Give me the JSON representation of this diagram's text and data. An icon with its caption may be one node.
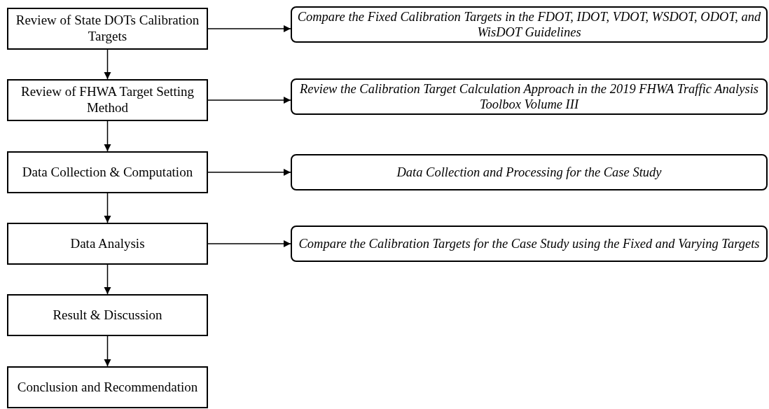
{
  "diagram": {
    "nodes": [
      {
        "text": [
          "Review of State DOTs Calibration Targets"
        ]
      },
      {
        "text": [
          "Review of FHWA Target Setting Method"
        ]
      },
      {
        "text": [
          "Data Collection & Computation"
        ]
      },
      {
        "text": [
          "Data Analysis"
        ]
      },
      {
        "text": [
          "Result & Discussion"
        ]
      },
      {
        "text": [
          "Conclusion and Recommendation"
        ]
      },
      {
        "text": [
          "Compare the Fixed Calibration Targets in the FDOT, IDOT, VDOT, WSDOT, ODOT, and WisDOT Guidelines"
        ]
      },
      {
        "text": [
          "Review the Calibration Target Calculation Approach in the 2019 FHWA Traffic Analysis Toolbox Volume III"
        ]
      },
      {
        "text": [
          "Data Collection and Processing for the Case Study"
        ]
      },
      {
        "text": [
          "Compare the Calibration Targets for the Case Study using the Fixed and Varying Targets"
        ]
      }
    ],
    "edges": [
      {
        "from": 0,
        "to": 1,
        "arrow": "to"
      },
      {
        "from": 1,
        "to": 2,
        "arrow": "to"
      },
      {
        "from": 2,
        "to": 3,
        "arrow": "to"
      },
      {
        "from": 3,
        "to": 4,
        "arrow": "to"
      },
      {
        "from": 4,
        "to": 5,
        "arrow": "to"
      },
      {
        "from": 0,
        "to": 6,
        "arrow": "to"
      },
      {
        "from": 1,
        "to": 7,
        "arrow": "to"
      },
      {
        "from": 2,
        "to": 8,
        "arrow": "to"
      },
      {
        "from": 3,
        "to": 9,
        "arrow": "to"
      }
    ]
  }
}
